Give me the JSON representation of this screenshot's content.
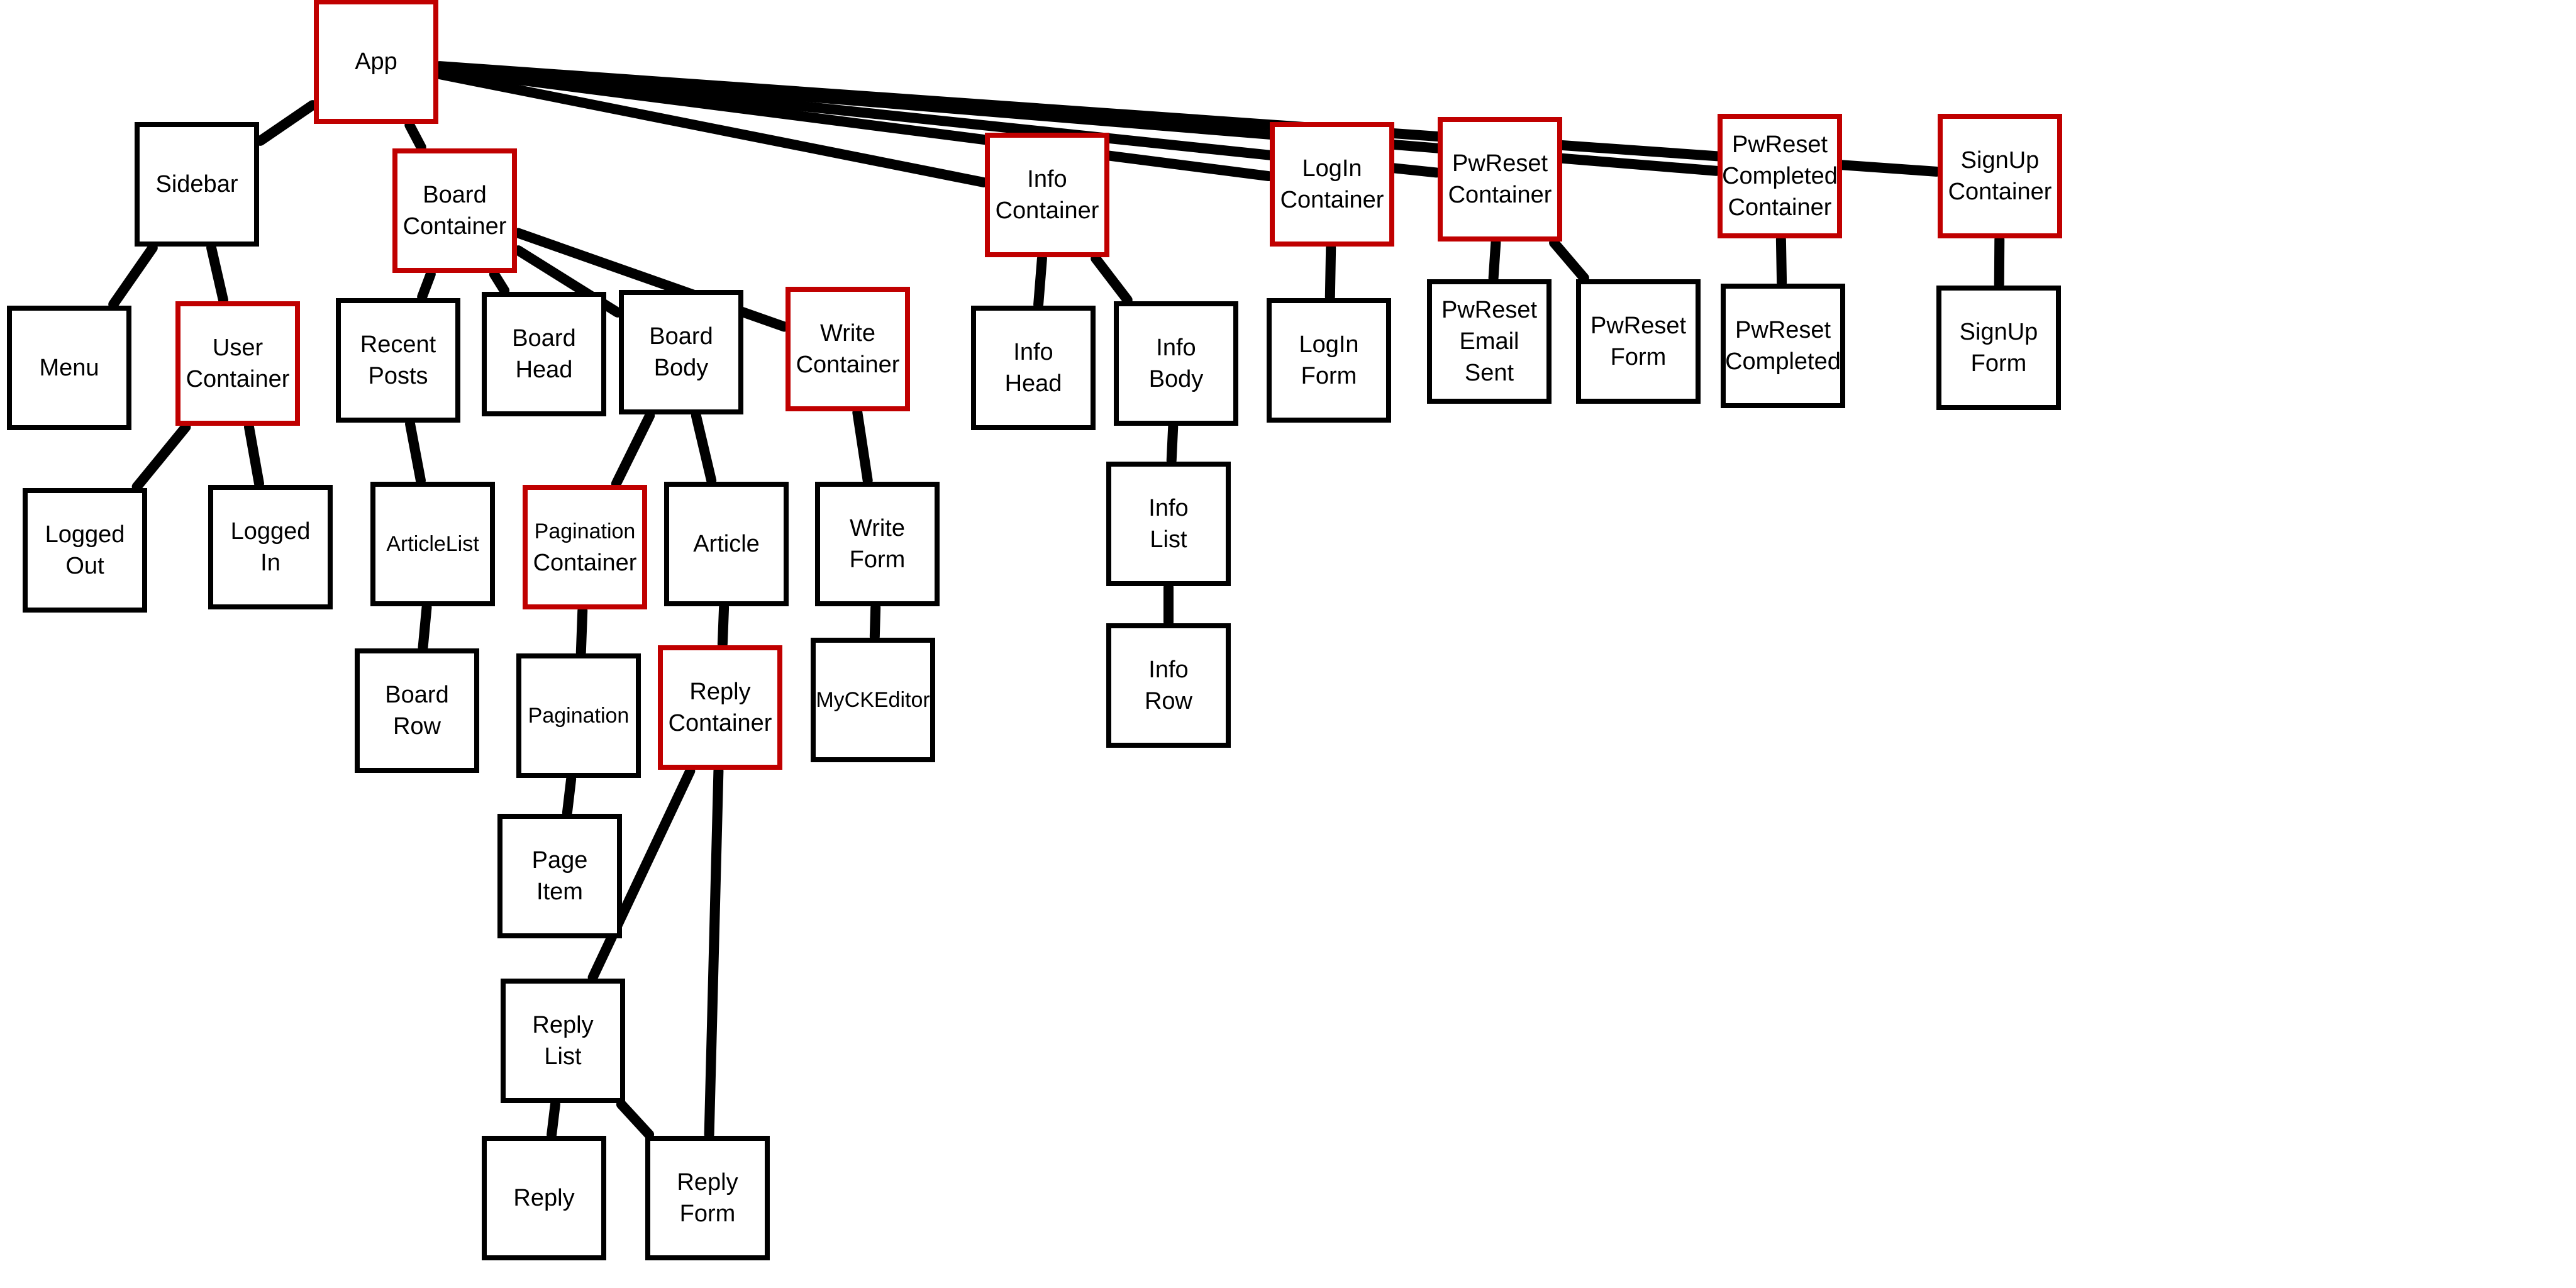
{
  "diagram": {
    "colors": {
      "container": "#c00000",
      "component": "#000000",
      "edge": "#000000"
    },
    "nodes": [
      {
        "id": "app",
        "lines": [
          "App"
        ],
        "kind": "container"
      },
      {
        "id": "sidebar",
        "lines": [
          "Sidebar"
        ],
        "kind": "component"
      },
      {
        "id": "board-container",
        "lines": [
          "Board",
          "Container"
        ],
        "kind": "container"
      },
      {
        "id": "info-container",
        "lines": [
          "Info",
          "Container"
        ],
        "kind": "container"
      },
      {
        "id": "login-container",
        "lines": [
          "LogIn",
          "Container"
        ],
        "kind": "container"
      },
      {
        "id": "pwreset-container",
        "lines": [
          "PwReset",
          "Container"
        ],
        "kind": "container"
      },
      {
        "id": "pwreset-completed-container",
        "lines": [
          "PwReset",
          "Completed",
          "Container"
        ],
        "kind": "container"
      },
      {
        "id": "signup-container",
        "lines": [
          "SignUp",
          "Container"
        ],
        "kind": "container"
      },
      {
        "id": "menu",
        "lines": [
          "Menu"
        ],
        "kind": "component"
      },
      {
        "id": "user-container",
        "lines": [
          "User",
          "Container"
        ],
        "kind": "container"
      },
      {
        "id": "logged-out",
        "lines": [
          "Logged",
          "Out"
        ],
        "kind": "component"
      },
      {
        "id": "logged-in",
        "lines": [
          "Logged",
          "In"
        ],
        "kind": "component"
      },
      {
        "id": "recent-posts",
        "lines": [
          "Recent",
          "Posts"
        ],
        "kind": "component"
      },
      {
        "id": "board-head",
        "lines": [
          "Board",
          "Head"
        ],
        "kind": "component"
      },
      {
        "id": "board-body",
        "lines": [
          "Board",
          "Body"
        ],
        "kind": "component"
      },
      {
        "id": "write-container",
        "lines": [
          "Write",
          "Container"
        ],
        "kind": "container"
      },
      {
        "id": "articlelist",
        "lines": [
          "ArticleList"
        ],
        "kind": "component"
      },
      {
        "id": "board-row",
        "lines": [
          "Board",
          "Row"
        ],
        "kind": "component"
      },
      {
        "id": "pagination-container",
        "lines": [
          "Pagination",
          "Container"
        ],
        "kind": "container"
      },
      {
        "id": "pagination",
        "lines": [
          "Pagination"
        ],
        "kind": "component"
      },
      {
        "id": "page-item",
        "lines": [
          "Page",
          "Item"
        ],
        "kind": "component"
      },
      {
        "id": "article",
        "lines": [
          "Article"
        ],
        "kind": "component"
      },
      {
        "id": "reply-container",
        "lines": [
          "Reply",
          "Container"
        ],
        "kind": "container"
      },
      {
        "id": "reply-list",
        "lines": [
          "Reply",
          "List"
        ],
        "kind": "component"
      },
      {
        "id": "reply",
        "lines": [
          "Reply"
        ],
        "kind": "component"
      },
      {
        "id": "reply-form",
        "lines": [
          "Reply",
          "Form"
        ],
        "kind": "component"
      },
      {
        "id": "write-form",
        "lines": [
          "Write",
          "Form"
        ],
        "kind": "component"
      },
      {
        "id": "myckeditor",
        "lines": [
          "MyCKEditor"
        ],
        "kind": "component"
      },
      {
        "id": "info-head",
        "lines": [
          "Info",
          "Head"
        ],
        "kind": "component"
      },
      {
        "id": "info-body",
        "lines": [
          "Info",
          "Body"
        ],
        "kind": "component"
      },
      {
        "id": "info-list",
        "lines": [
          "Info",
          "List"
        ],
        "kind": "component"
      },
      {
        "id": "info-row",
        "lines": [
          "Info",
          "Row"
        ],
        "kind": "component"
      },
      {
        "id": "login-form",
        "lines": [
          "LogIn",
          "Form"
        ],
        "kind": "component"
      },
      {
        "id": "pwreset-email-sent",
        "lines": [
          "PwReset",
          "Email",
          "Sent"
        ],
        "kind": "component"
      },
      {
        "id": "pwreset-form",
        "lines": [
          "PwReset",
          "Form"
        ],
        "kind": "component"
      },
      {
        "id": "pwreset-completed",
        "lines": [
          "PwReset",
          "Completed"
        ],
        "kind": "component"
      },
      {
        "id": "signup-form",
        "lines": [
          "SignUp",
          "Form"
        ],
        "kind": "component"
      }
    ],
    "edges": [
      [
        "app",
        "sidebar"
      ],
      [
        "app",
        "board-container"
      ],
      [
        "app",
        "info-container"
      ],
      [
        "app",
        "login-container"
      ],
      [
        "app",
        "pwreset-container"
      ],
      [
        "app",
        "pwreset-completed-container"
      ],
      [
        "app",
        "signup-container"
      ],
      [
        "sidebar",
        "menu"
      ],
      [
        "sidebar",
        "user-container"
      ],
      [
        "user-container",
        "logged-out"
      ],
      [
        "user-container",
        "logged-in"
      ],
      [
        "board-container",
        "recent-posts"
      ],
      [
        "board-container",
        "board-head"
      ],
      [
        "board-container",
        "board-body"
      ],
      [
        "board-container",
        "write-container"
      ],
      [
        "recent-posts",
        "articlelist"
      ],
      [
        "articlelist",
        "board-row"
      ],
      [
        "board-body",
        "pagination-container"
      ],
      [
        "board-body",
        "article"
      ],
      [
        "pagination-container",
        "pagination"
      ],
      [
        "pagination",
        "page-item"
      ],
      [
        "article",
        "reply-container"
      ],
      [
        "reply-container",
        "reply-list"
      ],
      [
        "reply-container",
        "reply-form"
      ],
      [
        "reply-list",
        "reply"
      ],
      [
        "reply-list",
        "reply-form"
      ],
      [
        "write-container",
        "write-form"
      ],
      [
        "write-form",
        "myckeditor"
      ],
      [
        "info-container",
        "info-head"
      ],
      [
        "info-container",
        "info-body"
      ],
      [
        "info-body",
        "info-list"
      ],
      [
        "info-list",
        "info-row"
      ],
      [
        "login-container",
        "login-form"
      ],
      [
        "pwreset-container",
        "pwreset-email-sent"
      ],
      [
        "pwreset-container",
        "pwreset-form"
      ],
      [
        "pwreset-completed-container",
        "pwreset-completed"
      ],
      [
        "signup-container",
        "signup-form"
      ]
    ]
  }
}
